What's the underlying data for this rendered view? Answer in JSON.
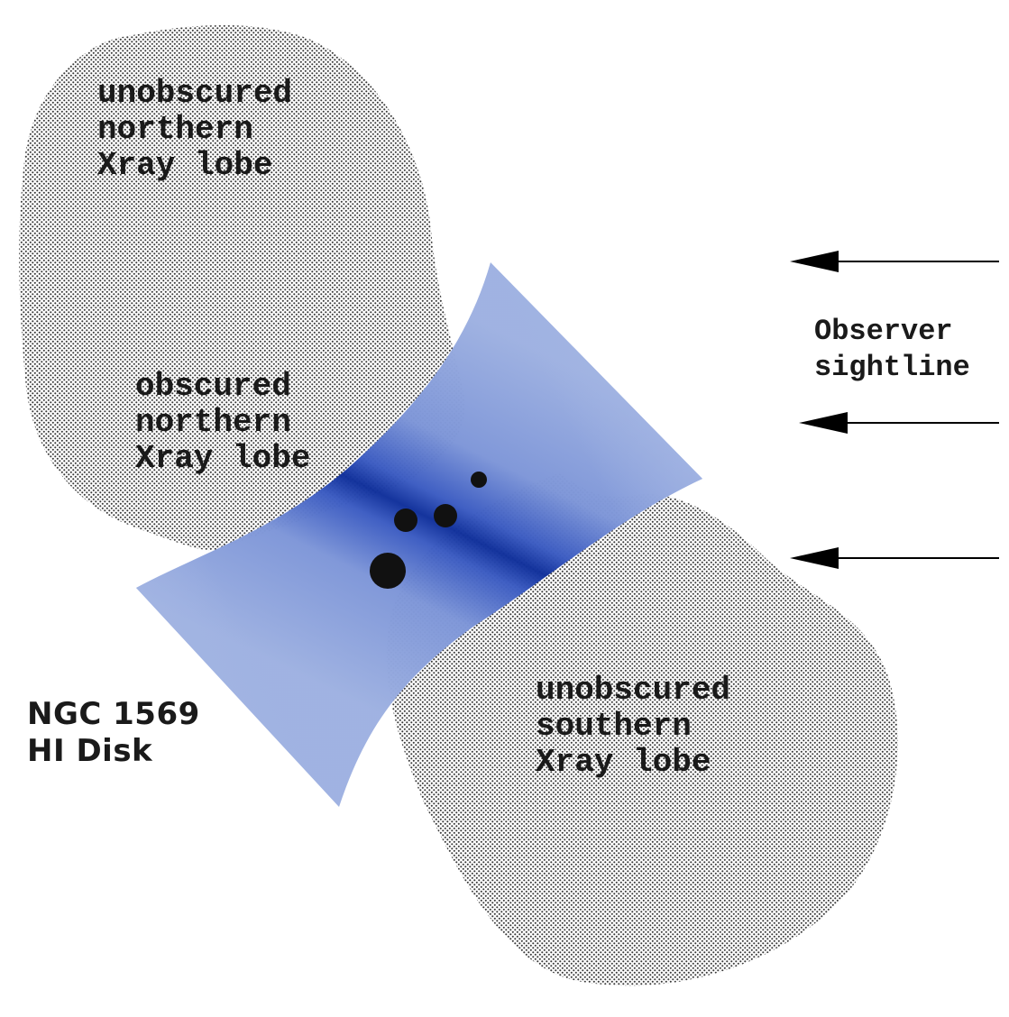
{
  "labels": {
    "north_unobscured": [
      "unobscured",
      "northern",
      "Xray lobe"
    ],
    "north_obscured": [
      "obscured",
      "northern",
      "Xray lobe"
    ],
    "south_unobscured": [
      "unobscured",
      "southern",
      "Xray lobe"
    ],
    "observer": [
      "Observer",
      "sightline"
    ],
    "disk": [
      "NGC 1569",
      "HI Disk"
    ]
  },
  "colors": {
    "disk_outer": "#9aaee0",
    "disk_mid": "#4f6fcc",
    "disk_core": "#0f2f9a",
    "dot_pattern": "#3a3a3a",
    "arrow": "#000000",
    "star_clusters": "#111111"
  },
  "icons": {
    "arrow": "left-arrow-icon",
    "cluster": "filled-circle-icon"
  }
}
